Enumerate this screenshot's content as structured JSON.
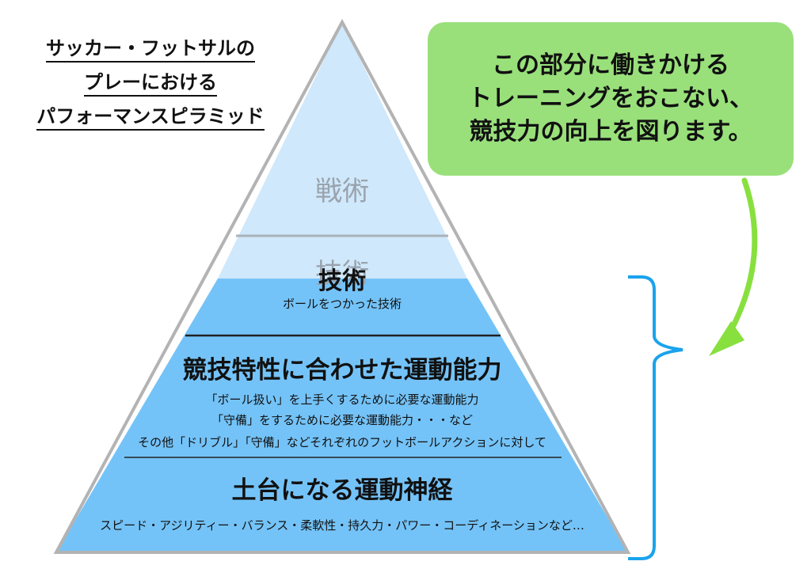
{
  "title": {
    "lines": [
      "サッカー・フットサルの",
      "プレーにおける",
      "パフォーマンスピラミッド"
    ]
  },
  "callout": {
    "lines": [
      "この部分に働きかける",
      "トレーニングをおこない、",
      "競技力の向上を図ります。"
    ],
    "color": "#99e07b"
  },
  "pyramid": {
    "tiers": [
      {
        "label": "戦術",
        "highlighted": false
      },
      {
        "label": "技術",
        "highlighted": false
      },
      {
        "label": "技術",
        "sub": "ボールをつかった技術",
        "highlighted": true
      },
      {
        "label": "競技特性に合わせた運動能力",
        "sub_lines": [
          "「ボール扱い」を上手くするために必要な運動能力",
          "「守備」をするために必要な運動能力・・・など",
          "その他「ドリブル」「守備」などそれぞれのフットボールアクションに対して"
        ],
        "highlighted": true
      },
      {
        "label": "土台になる運動神経",
        "sub": "スピード・アジリティー・バランス・柔軟性・持久力・パワー・コーディネーションなど…",
        "highlighted": true
      }
    ],
    "colors": {
      "pale": "#cfe8fb",
      "highlight": "#74c3f8",
      "bracket": "#1aa3ec",
      "arrow": "#88e03f"
    }
  }
}
